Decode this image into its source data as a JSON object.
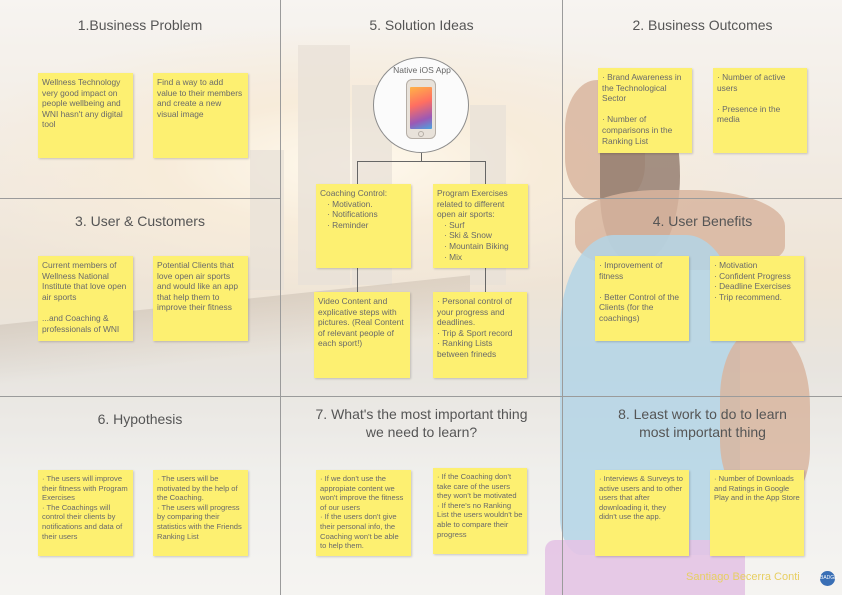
{
  "sections": {
    "business_problem": "1.Business Problem",
    "solution_ideas": "5. Solution Ideas",
    "business_outcomes": "2. Business Outcomes",
    "user_customers": "3. User & Customers",
    "user_benefits": "4. User Benefits",
    "hypothesis": "6. Hypothesis",
    "important_learn": "7. What's the most important thing\nwe need to learn?",
    "least_work": "8. Least work to do to learn\nmost important thing"
  },
  "notes": {
    "bp1": "Wellness Technology very good impact on people wellbeing and WNI hasn't any digital tool",
    "bp2": "Find a way to add value to their members and create a new visual image",
    "native_app": "Native iOS App",
    "sol1": "Coaching Control:\n   · Motivation.\n   · Notifications\n   · Reminder",
    "sol2": "Program Exercises related to different open air sports:\n   · Surf\n   · Ski & Snow\n   · Mountain Biking\n   · Mix",
    "sol3": "Video Content and explicative steps with pictures. (Real Content of relevant people of each sport!)",
    "sol4": "· Personal control of your progress and deadlines.\n· Trip & Sport record\n· Ranking Lists between frineds",
    "bo1": "· Brand Awareness in the Technological Sector\n\n· Number of comparisons in the Ranking List",
    "bo2": "· Number of active users\n\n· Presence in the media",
    "uc1": "Current members of Wellness National Institute that love open air sports\n\n...and Coaching & professionals of WNI",
    "uc2": "Potential Clients that love open air sports and would like an app that help them to improve their fitness",
    "ub1": "· Improvement of fitness\n\n· Better Control of the Clients (for the coachings)",
    "ub2": "· Motivation\n· Confident Progress\n· Deadline Exercises\n· Trip recommend.",
    "hy1": "· The users will improve their fitness with Program Exercises\n· The Coachings will control their clients by notifications and data of their users",
    "hy2": "· The users will be motivated by the help of the Coaching.\n· The users will progress by comparing their statistics with the Friends Ranking List",
    "il1": "· If we don't use the appropiate content we won't improve the fitness of our users\n· If the users don't give their personal info, the Coaching won't be able to help them.",
    "il2": "· If the Coaching don't take care of the users they won't be motivated\n· If there's no Ranking List the users wouldn't be able to compare their progress",
    "lw1": "· Interviews & Surveys to active users and to other users that after downloading it, they didn't use the app.",
    "lw2": "· Number of Downloads and Ratings in Google Play and in the App Store"
  },
  "footer": {
    "author": "Santiago Becerra Conti",
    "badge": "BADGE"
  },
  "colors": {
    "sticky": "#fdf071",
    "grid_line": "#9b9b9b"
  }
}
